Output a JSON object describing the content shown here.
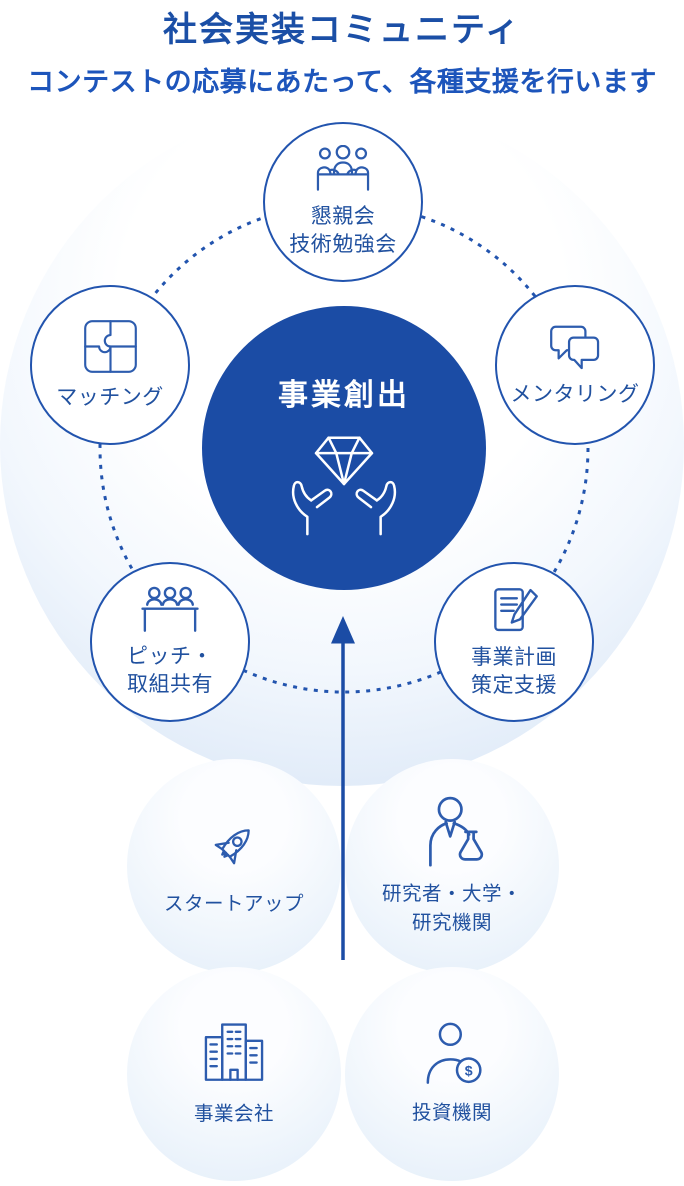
{
  "title": "社会実装コミュニティ",
  "subtitle": "コンテストの応募にあたって、各種支援を行います",
  "colors": {
    "brand_blue": "#1b4ca5",
    "line_blue": "#2254ae",
    "icon_blue": "#2d5cae",
    "title_blue": "#1b4fa6",
    "subtitle_blue": "#1d55bb",
    "label_blue": "#21519f"
  },
  "center": {
    "label": "事業創出",
    "icon": "diamond-in-hands-icon"
  },
  "flow_arrow": {
    "direction": "up",
    "from": "participants",
    "to": "事業創出"
  },
  "supports": [
    {
      "id": "meetup",
      "label_line1": "懇親会",
      "label_line2": "技術勉強会",
      "icon": "meeting-icon"
    },
    {
      "id": "matching",
      "label_line1": "マッチング",
      "label_line2": "",
      "icon": "puzzle-icon"
    },
    {
      "id": "mentoring",
      "label_line1": "メンタリング",
      "label_line2": "",
      "icon": "speech-bubbles-icon"
    },
    {
      "id": "pitch",
      "label_line1": "ピッチ・",
      "label_line2": "取組共有",
      "icon": "presentation-panel-icon"
    },
    {
      "id": "plan",
      "label_line1": "事業計画",
      "label_line2": "策定支援",
      "icon": "document-pencil-icon"
    }
  ],
  "participants": [
    {
      "id": "startup",
      "label_line1": "スタートアップ",
      "label_line2": "",
      "icon": "rocket-icon"
    },
    {
      "id": "research",
      "label_line1": "研究者・大学・",
      "label_line2": "研究機関",
      "icon": "researcher-flask-icon"
    },
    {
      "id": "company",
      "label_line1": "事業会社",
      "label_line2": "",
      "icon": "office-building-icon"
    },
    {
      "id": "investor",
      "label_line1": "投資機関",
      "label_line2": "",
      "icon": "investor-dollar-icon"
    }
  ]
}
